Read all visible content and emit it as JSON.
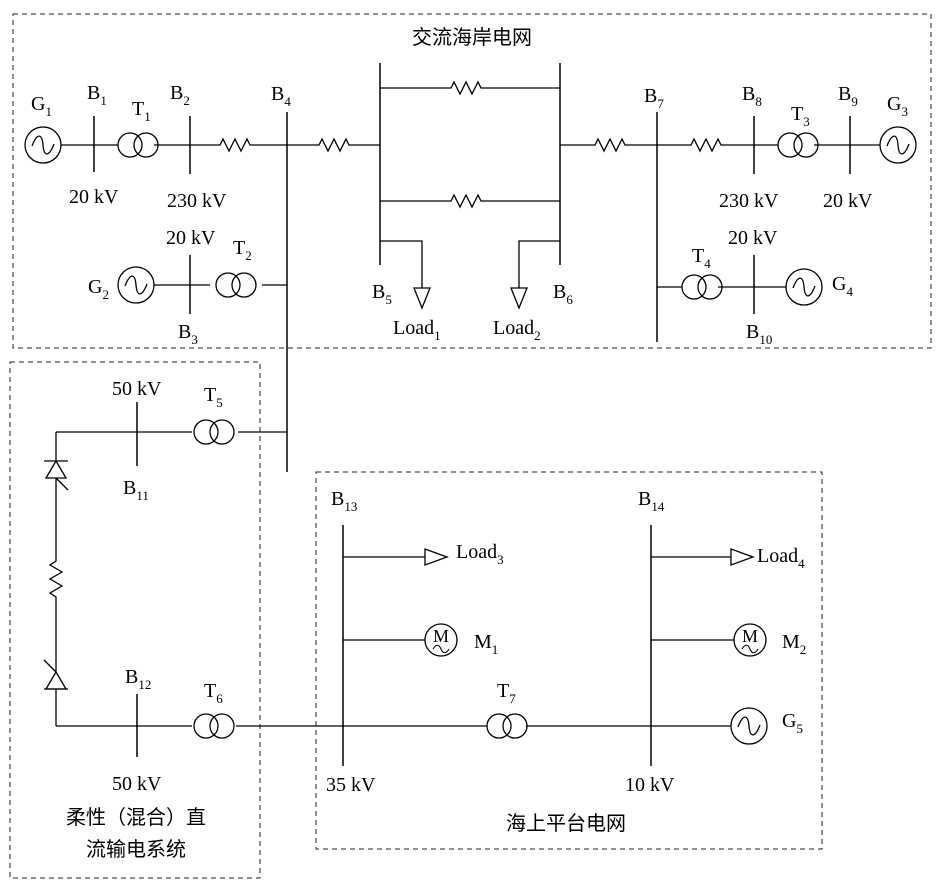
{
  "regions": {
    "ac": "交流海岸电网",
    "offshore": "海上平台电网",
    "hvdc_line1": "柔性（混合）直",
    "hvdc_line2": "流输电系统"
  },
  "buses": {
    "B1": {
      "name": "B",
      "sub": "1"
    },
    "B2": {
      "name": "B",
      "sub": "2"
    },
    "B3": {
      "name": "B",
      "sub": "3"
    },
    "B4": {
      "name": "B",
      "sub": "4"
    },
    "B5": {
      "name": "B",
      "sub": "5"
    },
    "B6": {
      "name": "B",
      "sub": "6"
    },
    "B7": {
      "name": "B",
      "sub": "7"
    },
    "B8": {
      "name": "B",
      "sub": "8"
    },
    "B9": {
      "name": "B",
      "sub": "9"
    },
    "B10": {
      "name": "B",
      "sub": "10"
    },
    "B11": {
      "name": "B",
      "sub": "11"
    },
    "B12": {
      "name": "B",
      "sub": "12"
    },
    "B13": {
      "name": "B",
      "sub": "13"
    },
    "B14": {
      "name": "B",
      "sub": "14"
    }
  },
  "generators": {
    "G1": {
      "name": "G",
      "sub": "1"
    },
    "G2": {
      "name": "G",
      "sub": "2"
    },
    "G3": {
      "name": "G",
      "sub": "3"
    },
    "G4": {
      "name": "G",
      "sub": "4"
    },
    "G5": {
      "name": "G",
      "sub": "5"
    }
  },
  "transformers": {
    "T1": {
      "name": "T",
      "sub": "1"
    },
    "T2": {
      "name": "T",
      "sub": "2"
    },
    "T3": {
      "name": "T",
      "sub": "3"
    },
    "T4": {
      "name": "T",
      "sub": "4"
    },
    "T5": {
      "name": "T",
      "sub": "5"
    },
    "T6": {
      "name": "T",
      "sub": "6"
    },
    "T7": {
      "name": "T",
      "sub": "7"
    }
  },
  "loads": {
    "L1": {
      "name": "Load",
      "sub": "1"
    },
    "L2": {
      "name": "Load",
      "sub": "2"
    },
    "L3": {
      "name": "Load",
      "sub": "3"
    },
    "L4": {
      "name": "Load",
      "sub": "4"
    }
  },
  "motors": {
    "M1": {
      "name": "M",
      "sub": "1",
      "glyph": "M"
    },
    "M2": {
      "name": "M",
      "sub": "2",
      "glyph": "M"
    }
  },
  "voltages": {
    "v_b1": "20 kV",
    "v_b2": "230 kV",
    "v_b3": "20 kV",
    "v_b8": "230 kV",
    "v_b9": "20 kV",
    "v_b10": "20 kV",
    "v_b11": "50 kV",
    "v_b12": "50 kV",
    "v_b13": "35 kV",
    "v_b14": "10 kV"
  },
  "icons": {
    "generator": "generator-icon",
    "transformer": "transformer-icon",
    "resistor": "resistor-icon",
    "load": "load-arrow-icon",
    "motor": "motor-icon",
    "thyristor": "thyristor-icon"
  }
}
